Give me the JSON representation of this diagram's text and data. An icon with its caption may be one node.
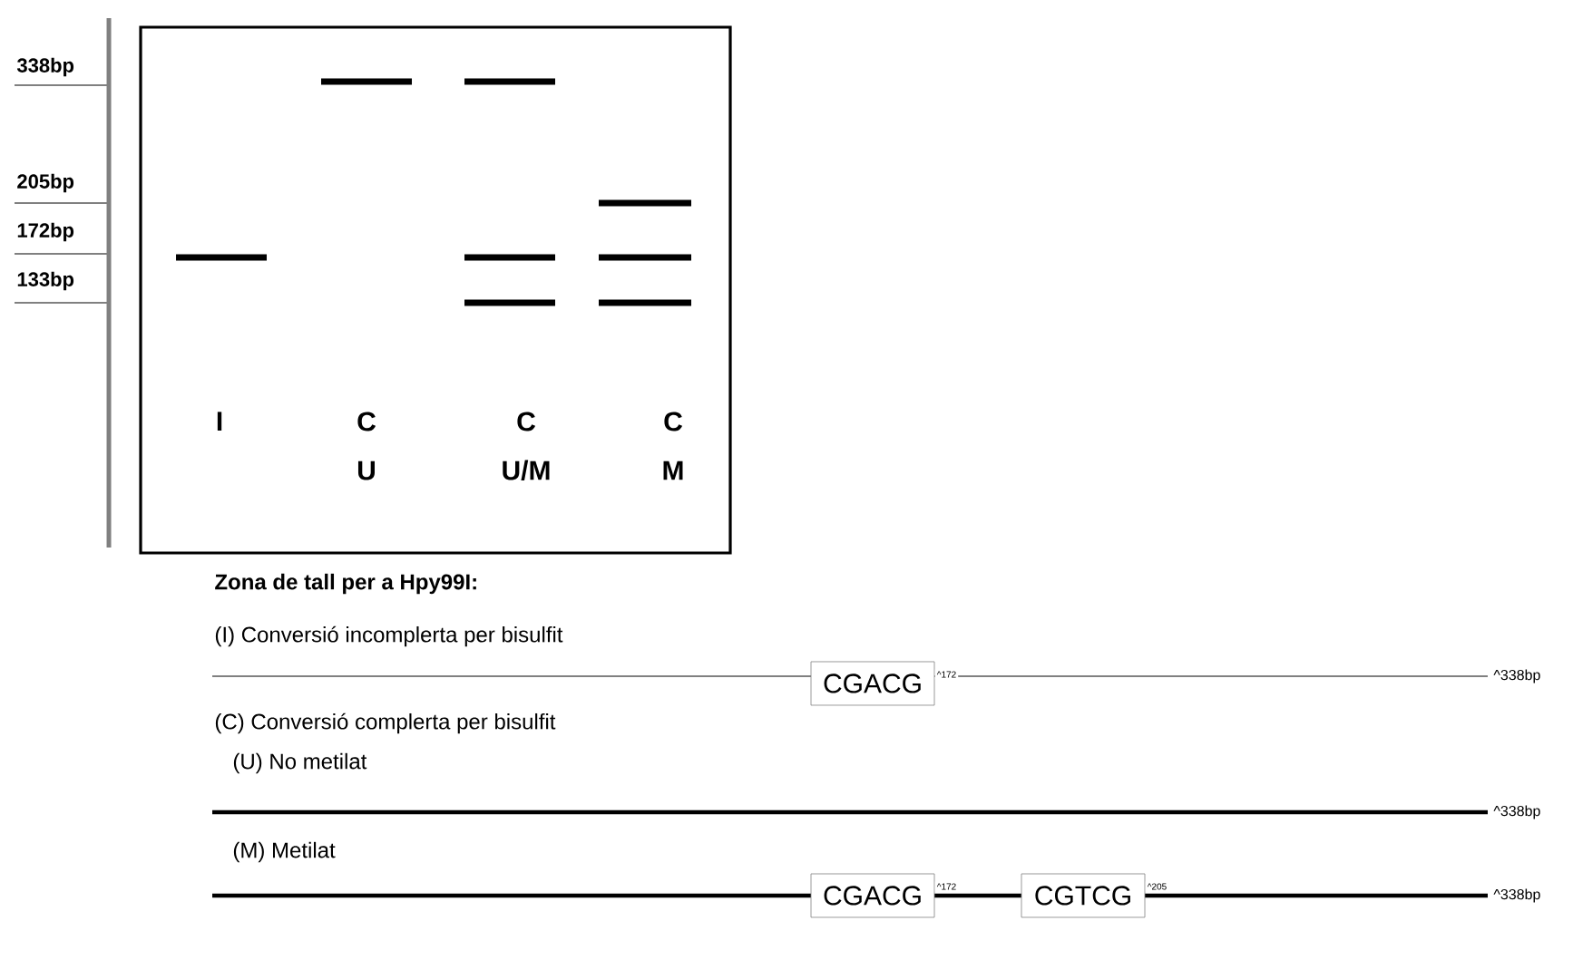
{
  "diagram": {
    "nodes": [
      {
        "text": [
          "I",
          "C U",
          "C U/M",
          "C M"
        ]
      },
      {
        "text": [
          "CGACG"
        ],
        "beside": [
          "^172"
        ]
      },
      {
        "text": [
          "CGACG"
        ],
        "beside": [
          "^172"
        ]
      },
      {
        "text": [
          "CGTCG"
        ],
        "beside": [
          "^205"
        ]
      }
    ],
    "edges": [],
    "labels": [
      "338bp",
      "205bp",
      "172bp",
      "133bp",
      "Zona de tall per a Hpy99I:",
      "(I) Conversió incomplerta per bisulfit",
      "^338bp",
      "(C) Conversió complerta per bisulfit",
      "(U) No metilat",
      "^338bp",
      "(M) Metilat",
      "^338bp"
    ]
  }
}
